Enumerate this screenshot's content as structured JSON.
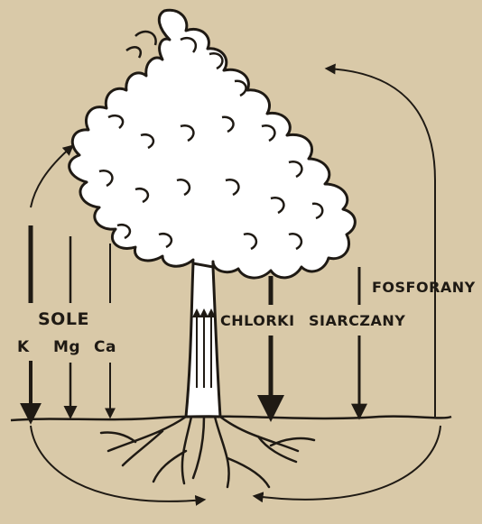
{
  "labels": {
    "sole": "SOLE",
    "k": "K",
    "mg": "Mg",
    "ca": "Ca",
    "chlorki": "CHLORKI",
    "siarczany": "SIARCZANY",
    "fosforany": "FOSFORANY"
  },
  "colors": {
    "paper": "#d9c9a8",
    "ink": "#1f1a14",
    "tree": "#ffffff"
  },
  "icons": {
    "tree": "tree-icon",
    "roots": "roots-icon"
  }
}
